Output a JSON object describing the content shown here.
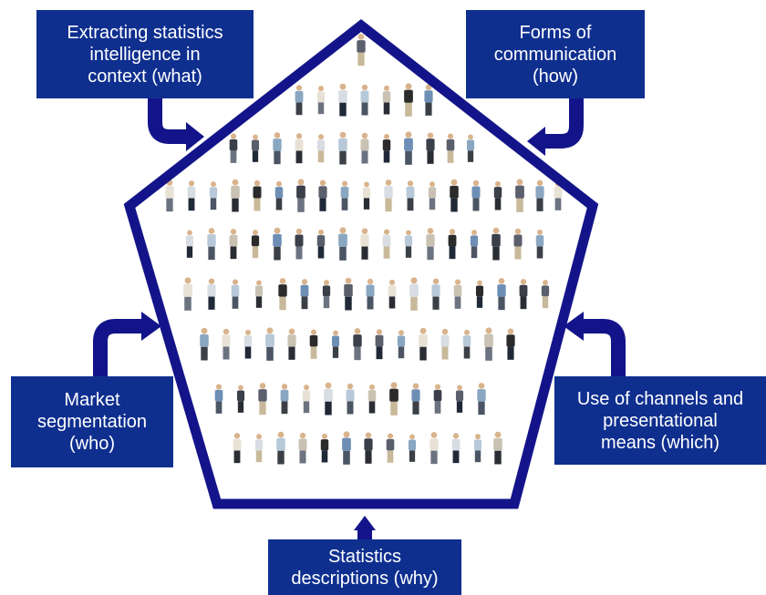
{
  "colors": {
    "accent": "#14148a",
    "box": "#0f2f8f",
    "text": "#ffffff"
  },
  "boxes": {
    "what": "Extracting statistics\nintelligence in\ncontext (what)",
    "how": "Forms of\ncommunication\n(how)",
    "who": "Market\nsegmentation\n(who)",
    "which": "Use of channels and\npresentational\nmeans (which)",
    "why": "Statistics\ndescriptions (why)"
  }
}
